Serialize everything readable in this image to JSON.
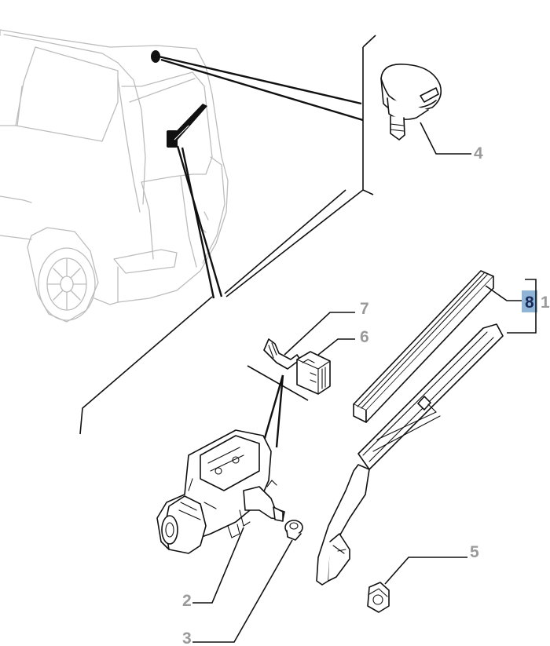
{
  "callouts": {
    "c1": "1",
    "c2": "2",
    "c3": "3",
    "c4": "4",
    "c5": "5",
    "c6": "6",
    "c7": "7",
    "c8": "8"
  },
  "colors": {
    "callout_text": "#9a9a9a",
    "highlight_fill": "#8fb4d6",
    "highlight_text": "#1a2a5a",
    "line": "#111111",
    "car_outline": "#bdbdbd"
  }
}
